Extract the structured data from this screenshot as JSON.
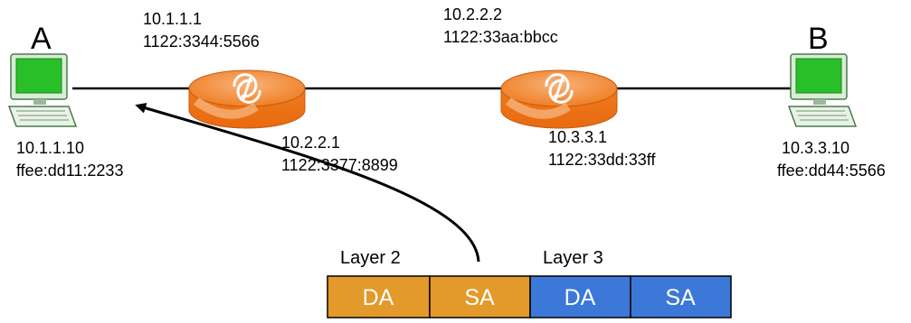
{
  "hosts": {
    "a": {
      "letter": "A",
      "ipv4": "10.1.1.10",
      "l2_addr": "ffee:dd11:2233"
    },
    "b": {
      "letter": "B",
      "ipv4": "10.3.3.10",
      "l2_addr": "ffee:dd44:5566"
    }
  },
  "routers": {
    "r1": {
      "left_if": {
        "ipv4": "10.1.1.1",
        "l2_addr": "1122:3344:5566"
      },
      "right_if": {
        "ipv4": "10.2.2.1",
        "l2_addr": "1122:3377:8899"
      }
    },
    "r2": {
      "left_if": {
        "ipv4": "10.2.2.2",
        "l2_addr": "1122:33aa:bbcc"
      },
      "right_if": {
        "ipv4": "10.3.3.1",
        "l2_addr": "1122:33dd:33ff"
      }
    }
  },
  "frame": {
    "layer2_label": "Layer 2",
    "layer3_label": "Layer 3",
    "cells": [
      "DA",
      "SA",
      "DA",
      "SA"
    ]
  },
  "colors": {
    "router_orange": "#f07a1c",
    "router_top": "#f5a45e",
    "host_green": "#2fc12f",
    "layer2_fill": "#e39a2a",
    "layer3_fill": "#3c78d8",
    "line": "#000000"
  }
}
